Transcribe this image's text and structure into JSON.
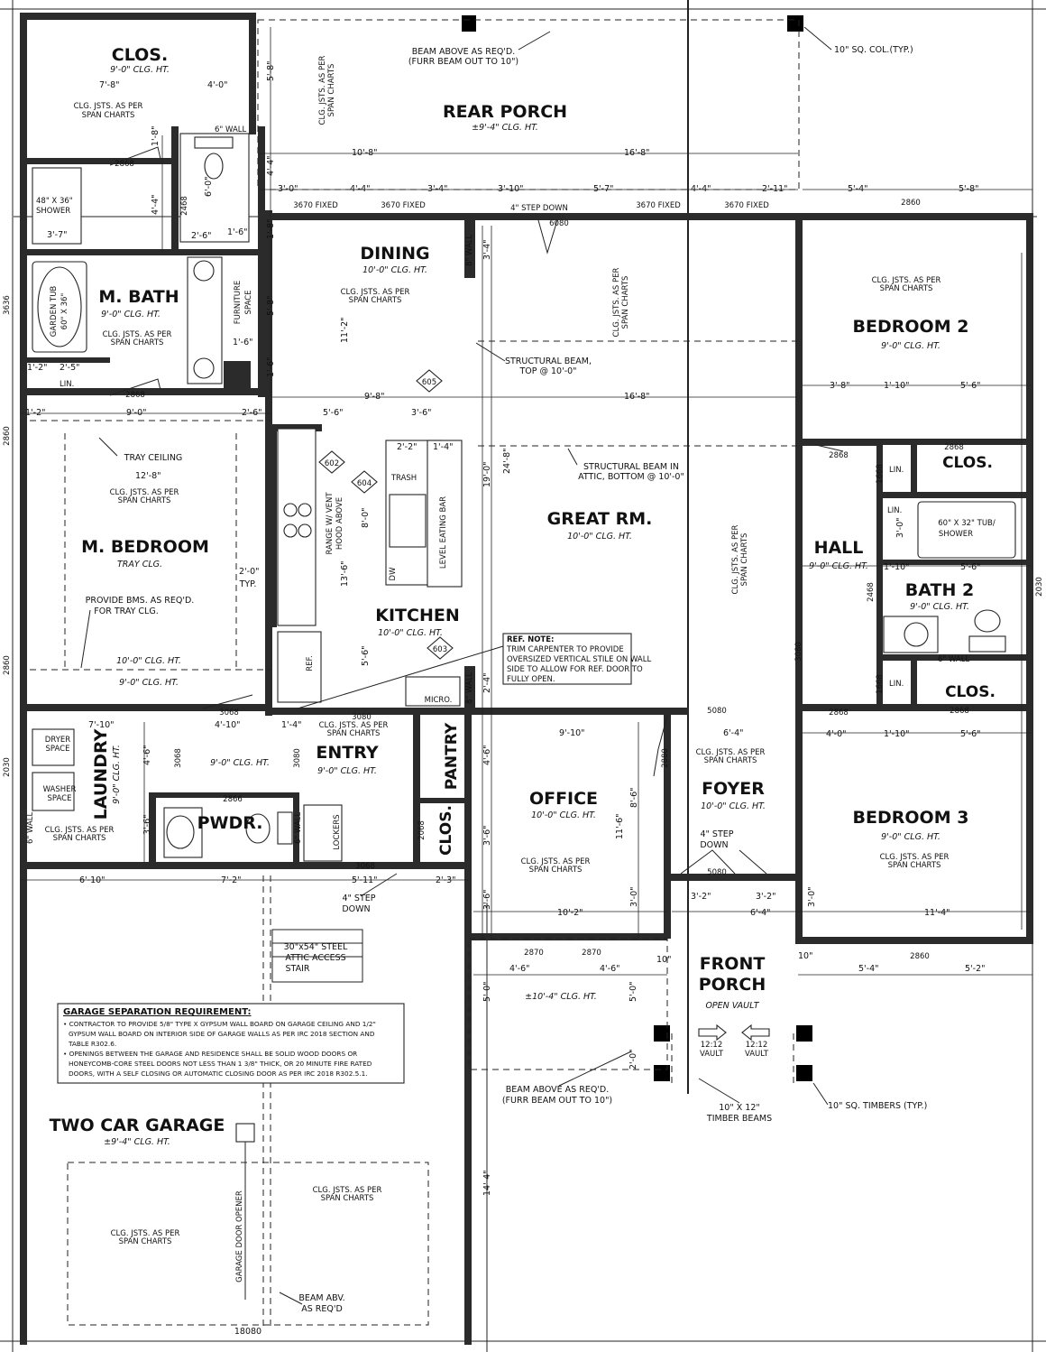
{
  "rooms": {
    "closet_master": {
      "name": "CLOS.",
      "ceiling": "9'-0\" CLG. HT."
    },
    "rear_porch": {
      "name": "REAR PORCH",
      "ceiling": "±9'-4\" CLG. HT."
    },
    "dining": {
      "name": "DINING",
      "ceiling": "10'-0\" CLG. HT."
    },
    "master_bath": {
      "name": "M. BATH",
      "ceiling": "9'-0\" CLG. HT."
    },
    "bedroom2": {
      "name": "BEDROOM 2",
      "ceiling": "9'-0\" CLG. HT."
    },
    "master_bedroom": {
      "name": "M. BEDROOM",
      "ceiling": "TRAY CLG.",
      "ceiling2": "10'-0\" CLG. HT.",
      "ceiling3": "9'-0\" CLG. HT."
    },
    "great_room": {
      "name": "GREAT RM.",
      "ceiling": "10'-0\" CLG. HT."
    },
    "kitchen": {
      "name": "KITCHEN",
      "ceiling": "10'-0\" CLG. HT."
    },
    "hall": {
      "name": "HALL",
      "ceiling": "9'-0\" CLG. HT."
    },
    "closet2": {
      "name": "CLOS."
    },
    "bath2": {
      "name": "BATH 2",
      "ceiling": "9'-0\" CLG. HT."
    },
    "closet3": {
      "name": "CLOS."
    },
    "laundry": {
      "name": "LAUNDRY",
      "ceiling": "9'-0\" CLG. HT."
    },
    "entry": {
      "name": "ENTRY",
      "ceiling": "9'-0\" CLG. HT.",
      "ceiling_hall": "9'-0\" CLG. HT."
    },
    "pantry": {
      "name": "PANTRY"
    },
    "office": {
      "name": "OFFICE",
      "ceiling": "10'-0\" CLG. HT."
    },
    "foyer": {
      "name": "FOYER",
      "ceiling": "10'-0\" CLG. HT."
    },
    "bedroom3": {
      "name": "BEDROOM 3",
      "ceiling": "9'-0\" CLG. HT."
    },
    "powder": {
      "name": "PWDR."
    },
    "closet_entry": {
      "name": "CLOS."
    },
    "front_porch": {
      "name": "FRONT",
      "name2": "PORCH",
      "ceiling": "OPEN VAULT"
    },
    "garage": {
      "name": "TWO CAR GARAGE",
      "ceiling": "±9'-4\" CLG. HT."
    },
    "office_porch": {
      "ceiling": "±10'-4\" CLG. HT."
    }
  },
  "labels": {
    "clg_jsts_1": "CLG. JSTS. AS PER",
    "clg_jsts_2": "SPAN CHARTS",
    "beam_above_1": "BEAM ABOVE AS REQ'D.",
    "beam_above_2": "(FURR BEAM OUT TO 10\")",
    "sq_col": "10\" SQ. COL.(TYP.)",
    "shower": "48\" X 36\"",
    "shower2": "SHOWER",
    "garden_tub": "GARDEN TUB",
    "garden_tub2": "60\" X 36\"",
    "lin": "LIN.",
    "wall6": "6\" WALL",
    "furniture": "FURNITURE",
    "furniture2": "SPACE",
    "window_fixed": "3670 FIXED",
    "step_down": "4\" STEP DOWN",
    "door_6080": "6080",
    "wall8": "8\" WALL",
    "structural_beam_1": "STRUCTURAL BEAM,",
    "structural_beam_2": "TOP @ 10'-0\"",
    "structural_beam_attic_1": "STRUCTURAL BEAM IN",
    "structural_beam_attic_2": "ATTIC, BOTTOM @ 10'-0\"",
    "tray_ceiling": "TRAY CEILING",
    "provide_bms_1": "PROVIDE BMS. AS REQ'D.",
    "provide_bms_2": "FOR TRAY CLG.",
    "typ": "TYP.",
    "range_1": "RANGE W/ VENT",
    "range_2": "HOOD ABOVE",
    "trash": "TRASH",
    "dw": "DW",
    "eating_bar": "LEVEL EATING BAR",
    "ref": "REF.",
    "micro": "MICRO.",
    "ref_note_title": "REF. NOTE:",
    "ref_note_1": "TRIM CARPENTER TO PROVIDE",
    "ref_note_2": "OVERSIZED VERTICAL STILE ON WALL",
    "ref_note_3": "SIDE TO ALLOW FOR REF. DOOR TO",
    "ref_note_4": "FULLY OPEN.",
    "tub_shower_1": "60\" X 32\" TUB/",
    "tub_shower_2": "SHOWER",
    "dryer_1": "DRYER",
    "dryer_2": "SPACE",
    "washer_1": "WASHER",
    "washer_2": "SPACE",
    "lockers": "LOCKERS",
    "step_down_2_1": "4\" STEP",
    "step_down_2_2": "DOWN",
    "attic_1": "30\"x54\" STEEL",
    "attic_2": "ATTIC ACCESS",
    "attic_3": "STAIR",
    "vault": "12:12",
    "vault2": "VAULT",
    "timber_beams_1": "10\" X 12\"",
    "timber_beams_2": "TIMBER BEAMS",
    "sq_timbers": "10\" SQ. TIMBERS (TYP.)",
    "garage_door_opener": "GARAGE DOOR OPENER",
    "beam_abv_1": "BEAM ABV.",
    "beam_abv_2": "AS REQ'D",
    "garage_door": "18080",
    "door_2868": "2868",
    "door_2468": "2468",
    "door_1668": "1668",
    "door_3068": "3068",
    "door_3080": "3080",
    "door_2880": "2880",
    "door_5080": "5080",
    "door_2068": "2068",
    "door_2866": "2866",
    "window_2860": "2860",
    "window_2870": "2870",
    "window_3636": "3636",
    "window_2030": "2030",
    "tag_602": "602",
    "tag_603": "603",
    "tag_604": "604",
    "tag_605": "605"
  },
  "garage_note": {
    "title": "GARAGE SEPARATION REQUIREMENT:",
    "line1": "• CONTRACTOR TO PROVIDE 5/8\" TYPE X GYPSUM WALL BOARD ON GARAGE CEILING AND 1/2\"",
    "line2": "GYPSUM WALL BOARD ON INTERIOR SIDE OF GARAGE WALLS AS PER IRC 2018 SECTION AND",
    "line3": "TABLE R302.6.",
    "line4": "• OPENINGS BETWEEN THE GARAGE AND RESIDENCE SHALL BE SOLID WOOD DOORS OR",
    "line5": "HONEYCOMB-CORE STEEL DOORS NOT LESS THAN 1 3/8\" THICK, OR 20 MINUTE FIRE RATED",
    "line6": "DOORS, WITH A SELF CLOSING OR AUTOMATIC CLOSING DOOR AS PER IRC 2018 R302.5.1."
  },
  "dimensions": {
    "d7_8": "7'-8\"",
    "d4_0": "4'-0\"",
    "d1_8": "1'-8\"",
    "d4_4": "4'-4\"",
    "d6_0": "6'-0\"",
    "d2_6": "2'-6\"",
    "d1_6": "1'-6\"",
    "d3_7": "3'-7\"",
    "d1_2": "1'-2\"",
    "d2_5": "2'-5\"",
    "d5_8": "5'-8\"",
    "d1_8b": "1'-8\"",
    "d10_8": "10'-8\"",
    "d16_8": "16'-8\"",
    "d3_0": "3'-0\"",
    "d3_4": "3'-4\"",
    "d3_10": "3'-10\"",
    "d5_7": "5'-7\"",
    "d2_11": "2'-11\"",
    "d5_4": "5'-4\"",
    "d11_2": "11'-2\"",
    "d9_8": "9'-8\"",
    "d9_0": "9'-0\"",
    "d5_6": "5'-6\"",
    "d3_6": "3'-6\"",
    "d2_2": "2'-2\"",
    "d1_4": "1'-4\"",
    "d12_8": "12'-8\"",
    "d19_0": "19'-0\"",
    "d24_8": "24'-8\"",
    "d8_0": "8'-0\"",
    "d13_6": "13'-6\"",
    "d2_0": "2'-0\"",
    "d2_4": "2'-4\"",
    "d3_8": "3'-8\"",
    "d1_10": "1'-10\"",
    "d7_10": "7'-10\"",
    "d4_10": "4'-10\"",
    "d4_6": "4'-6\"",
    "d9_10": "9'-10\"",
    "d6_4": "6'-4\"",
    "d8_6": "8'-6\"",
    "d11_6": "11'-6\"",
    "d6_10": "6'-10\"",
    "d7_2": "7'-2\"",
    "d5_11": "5'-11\"",
    "d2_3": "2'-3\"",
    "d10_2": "10'-2\"",
    "d3_2": "3'-2\"",
    "d11_4": "11'-4\"",
    "d5_0": "5'-0\"",
    "d10": "10\"",
    "d5_2": "5'-2\"",
    "d14_4": "14'-4\"",
    "d5_8c": "5'-8\""
  }
}
